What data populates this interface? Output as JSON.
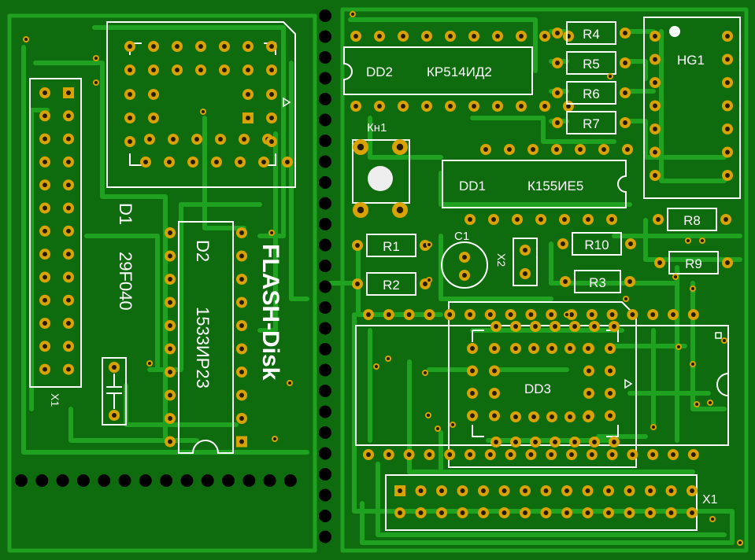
{
  "board": {
    "title_text": "FLASH-Disk",
    "colors": {
      "board": "#0e6b0e",
      "trace": "#1fa21f",
      "pad": "#d8a200",
      "hole": "#241a00",
      "silk": "#ffffff",
      "mask_dots": "#000000"
    }
  },
  "labels": {
    "d1": "D1",
    "d1_part": "29F040",
    "x1_left": "X1",
    "d2": "D2",
    "d2_part": "1533ИР23",
    "dd2": "DD2",
    "dd2_part": "КР514ИД2",
    "kn1": "Кн1",
    "dd1": "DD1",
    "dd1_part": "К155ИЕ5",
    "r1": "R1",
    "r2": "R2",
    "r3": "R3",
    "r4": "R4",
    "r5": "R5",
    "r6": "R6",
    "r7": "R7",
    "r8": "R8",
    "r9": "R9",
    "r10": "R10",
    "c1": "C1",
    "x2": "X2",
    "hg1": "HG1",
    "dd3": "DD3",
    "x1_right": "X1"
  }
}
